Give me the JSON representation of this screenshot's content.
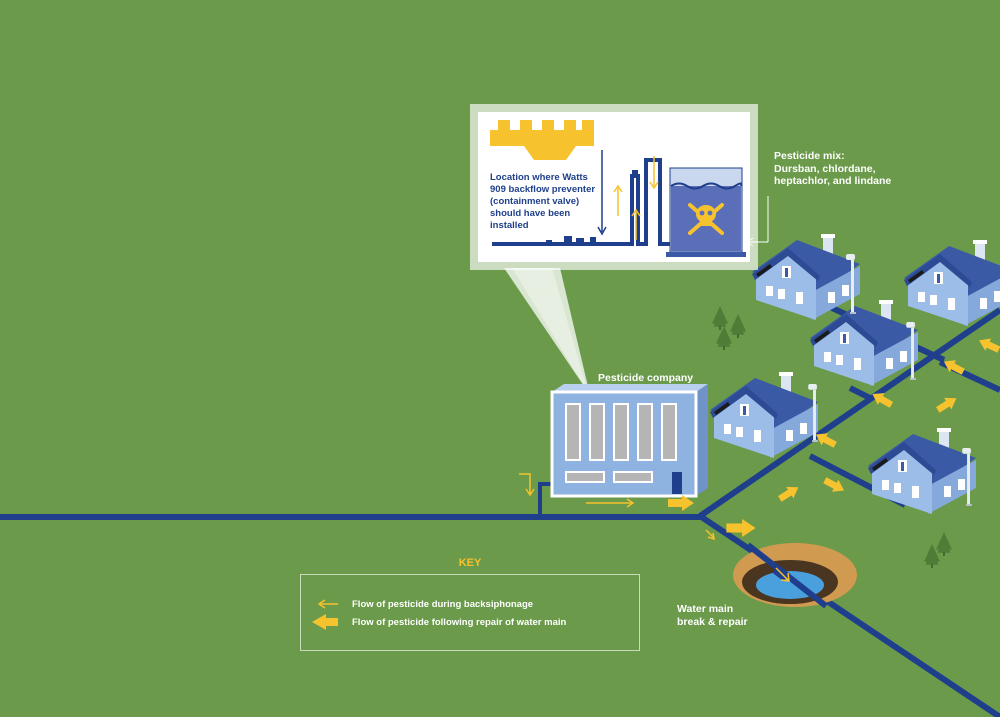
{
  "callout": {
    "text": "Location where Watts\n909 backflow preventer\n(containment valve)\nshould have been\ninstalled"
  },
  "labels": {
    "pesticide_mix": "Pesticide mix:\nDursban, chlordane,\nheptachlor, and lindane",
    "pesticide_company": "Pesticide company",
    "water_main": "Water main\nbreak & repair"
  },
  "key": {
    "title": "KEY",
    "items": [
      {
        "label": "Flow of pesticide during backsiphonage",
        "style": "thin-arrow"
      },
      {
        "label": "Flow of pesticide following repair of water main",
        "style": "thick-arrow"
      }
    ]
  },
  "colors": {
    "grass": "#6a9a4a",
    "pipe": "#1f3f8c",
    "arrow": "#f6c22d",
    "house_wall": "#8fb3e0",
    "house_roof": "#3b5aa6",
    "pesticide_liquid": "#5b6fb8"
  },
  "icons": [
    "skull-crossbones-icon",
    "tree-icon",
    "street-lamp-icon",
    "house-icon",
    "faucet-icon"
  ]
}
